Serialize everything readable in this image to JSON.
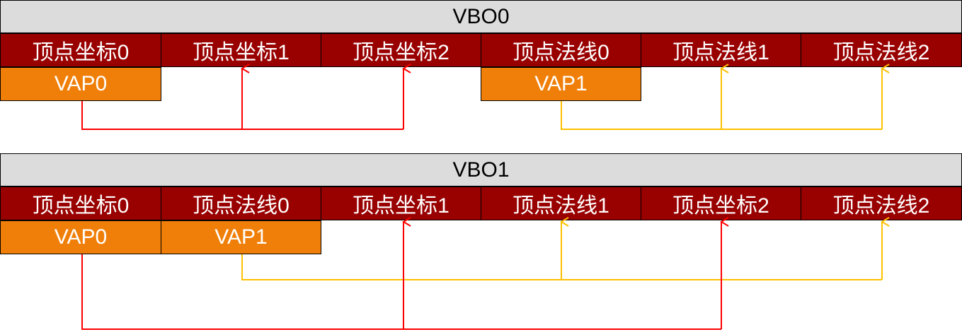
{
  "colors": {
    "header_bg": "#dcdcdc",
    "cell_bg": "#990000",
    "vap_bg": "#f07f09",
    "position_line": "#ff0000",
    "normal_line": "#ffc000"
  },
  "vbo0": {
    "title": "VBO0",
    "cells": [
      "顶点坐标0",
      "顶点坐标1",
      "顶点坐标2",
      "顶点法线0",
      "顶点法线1",
      "顶点法线2"
    ],
    "vaps": [
      "VAP0",
      "VAP1"
    ]
  },
  "vbo1": {
    "title": "VBO1",
    "cells": [
      "顶点坐标0",
      "顶点法线0",
      "顶点坐标1",
      "顶点法线1",
      "顶点坐标2",
      "顶点法线2"
    ],
    "vaps": [
      "VAP0",
      "VAP1"
    ]
  }
}
